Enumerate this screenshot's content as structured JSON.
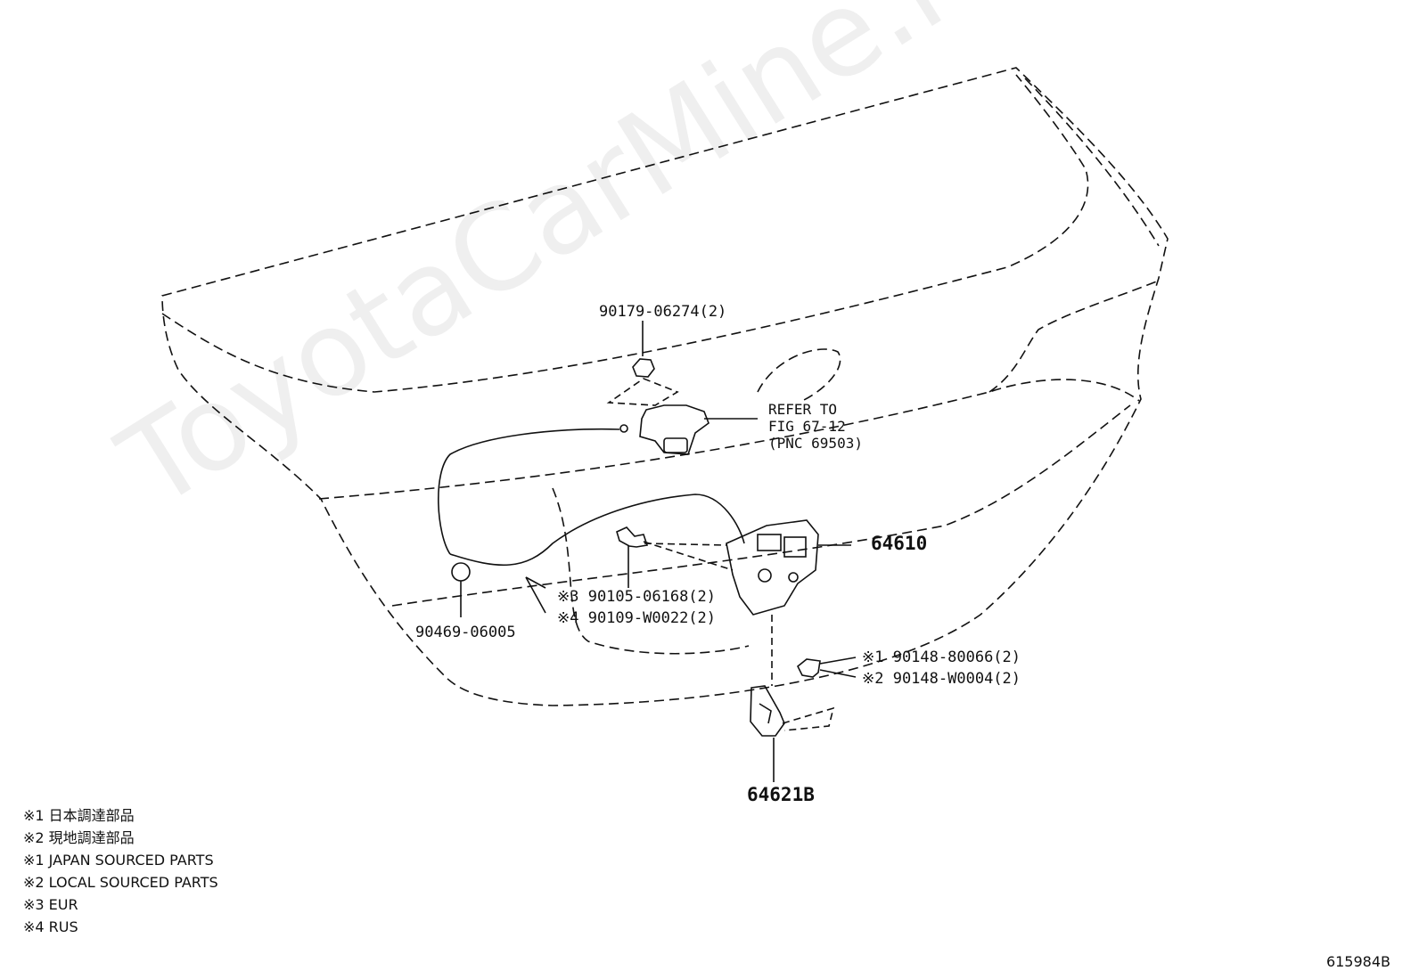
{
  "callouts": {
    "nut_90179": "90179-06274(2)",
    "refer_line1": "REFER TO",
    "refer_line2": "FIG 67-12",
    "refer_line3": "(PNC 69503)",
    "lock_64610": "64610",
    "bolt_eur": "※3 90105-06168(2)",
    "bolt_rus": "※4 90109-W0022(2)",
    "plug_90469": "90469-06005",
    "screw_japan": "※1 90148-80066(2)",
    "screw_local": "※2 90148-W0004(2)",
    "striker_64621B": "64621B"
  },
  "legend": [
    "※1  日本調達部品",
    "※2  現地調達部品",
    "※1  JAPAN SOURCED PARTS",
    "※2  LOCAL SOURCED PARTS",
    "※3 EUR",
    "※4 RUS"
  ],
  "figure_code": "615984B",
  "watermark": "ToyotaCarMine.ru",
  "colors": {
    "line": "#111111",
    "background": "#ffffff"
  }
}
